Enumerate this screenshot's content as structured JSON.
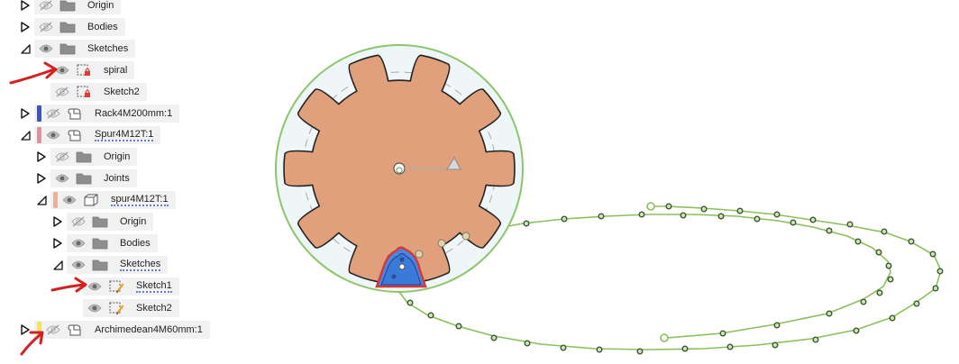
{
  "tree": [
    {
      "id": "origin-1",
      "label": "Origin",
      "indent": 0,
      "expander": "collapsed",
      "eye": "hidden",
      "icon": "folder"
    },
    {
      "id": "bodies-1",
      "label": "Bodies",
      "indent": 0,
      "expander": "collapsed",
      "eye": "hidden",
      "icon": "folder"
    },
    {
      "id": "sketches-1",
      "label": "Sketches",
      "indent": 0,
      "expander": "expanded",
      "eye": "visible",
      "icon": "folder"
    },
    {
      "id": "spiral",
      "label": "spiral",
      "indent": 1,
      "expander": "none",
      "eye": "visible",
      "icon": "sketch-locked"
    },
    {
      "id": "sketch2-1",
      "label": "Sketch2",
      "indent": 1,
      "expander": "none",
      "eye": "hidden",
      "icon": "sketch-locked"
    },
    {
      "id": "rack",
      "label": "Rack4M200mm:1",
      "indent": 0,
      "expander": "collapsed",
      "eye": "hidden",
      "icon": "component",
      "swatch": "#3b55c7"
    },
    {
      "id": "spur-outer",
      "label": "Spur4M12T:1",
      "indent": 0,
      "expander": "expanded",
      "eye": "visible",
      "icon": "component",
      "swatch": "#e48fa0",
      "active": true
    },
    {
      "id": "origin-2",
      "label": "Origin",
      "indent": 1,
      "expander": "collapsed",
      "eye": "hidden",
      "icon": "folder"
    },
    {
      "id": "joints",
      "label": "Joints",
      "indent": 1,
      "expander": "collapsed",
      "eye": "visible",
      "icon": "folder"
    },
    {
      "id": "spur-inner",
      "label": "spur4M12T:1",
      "indent": 1,
      "expander": "expanded",
      "eye": "visible",
      "icon": "body",
      "swatch": "#f4b08e",
      "active": true
    },
    {
      "id": "origin-3",
      "label": "Origin",
      "indent": 2,
      "expander": "collapsed",
      "eye": "hidden",
      "icon": "folder"
    },
    {
      "id": "bodies-2",
      "label": "Bodies",
      "indent": 2,
      "expander": "collapsed",
      "eye": "visible",
      "icon": "folder"
    },
    {
      "id": "sketches-2",
      "label": "Sketches",
      "indent": 2,
      "expander": "expanded",
      "eye": "visible",
      "icon": "folder",
      "active": true
    },
    {
      "id": "sketch1",
      "label": "Sketch1",
      "indent": 3,
      "expander": "none",
      "eye": "visible",
      "icon": "sketch-edit",
      "active": true
    },
    {
      "id": "sketch2-2",
      "label": "Sketch2",
      "indent": 3,
      "expander": "none",
      "eye": "visible",
      "icon": "sketch-edit"
    },
    {
      "id": "archimedean",
      "label": "Archimedean4M60mm:1",
      "indent": 0,
      "expander": "collapsed",
      "eye": "hidden",
      "icon": "component",
      "swatch": "#f5e64a"
    }
  ],
  "colors": {
    "gear_fill": "#e0a07c",
    "gear_stroke": "#222222",
    "pitch_circle": "#8cc66c",
    "base_fill": "#eef6f8",
    "spiral": "#8cbf5c",
    "spiral_point": "#3b5a2a",
    "profile_fill": "#4a86e0",
    "profile_outline": "#d63838",
    "annotation_arrow": "#d42020",
    "chip_bg": "#f1f1f1"
  }
}
